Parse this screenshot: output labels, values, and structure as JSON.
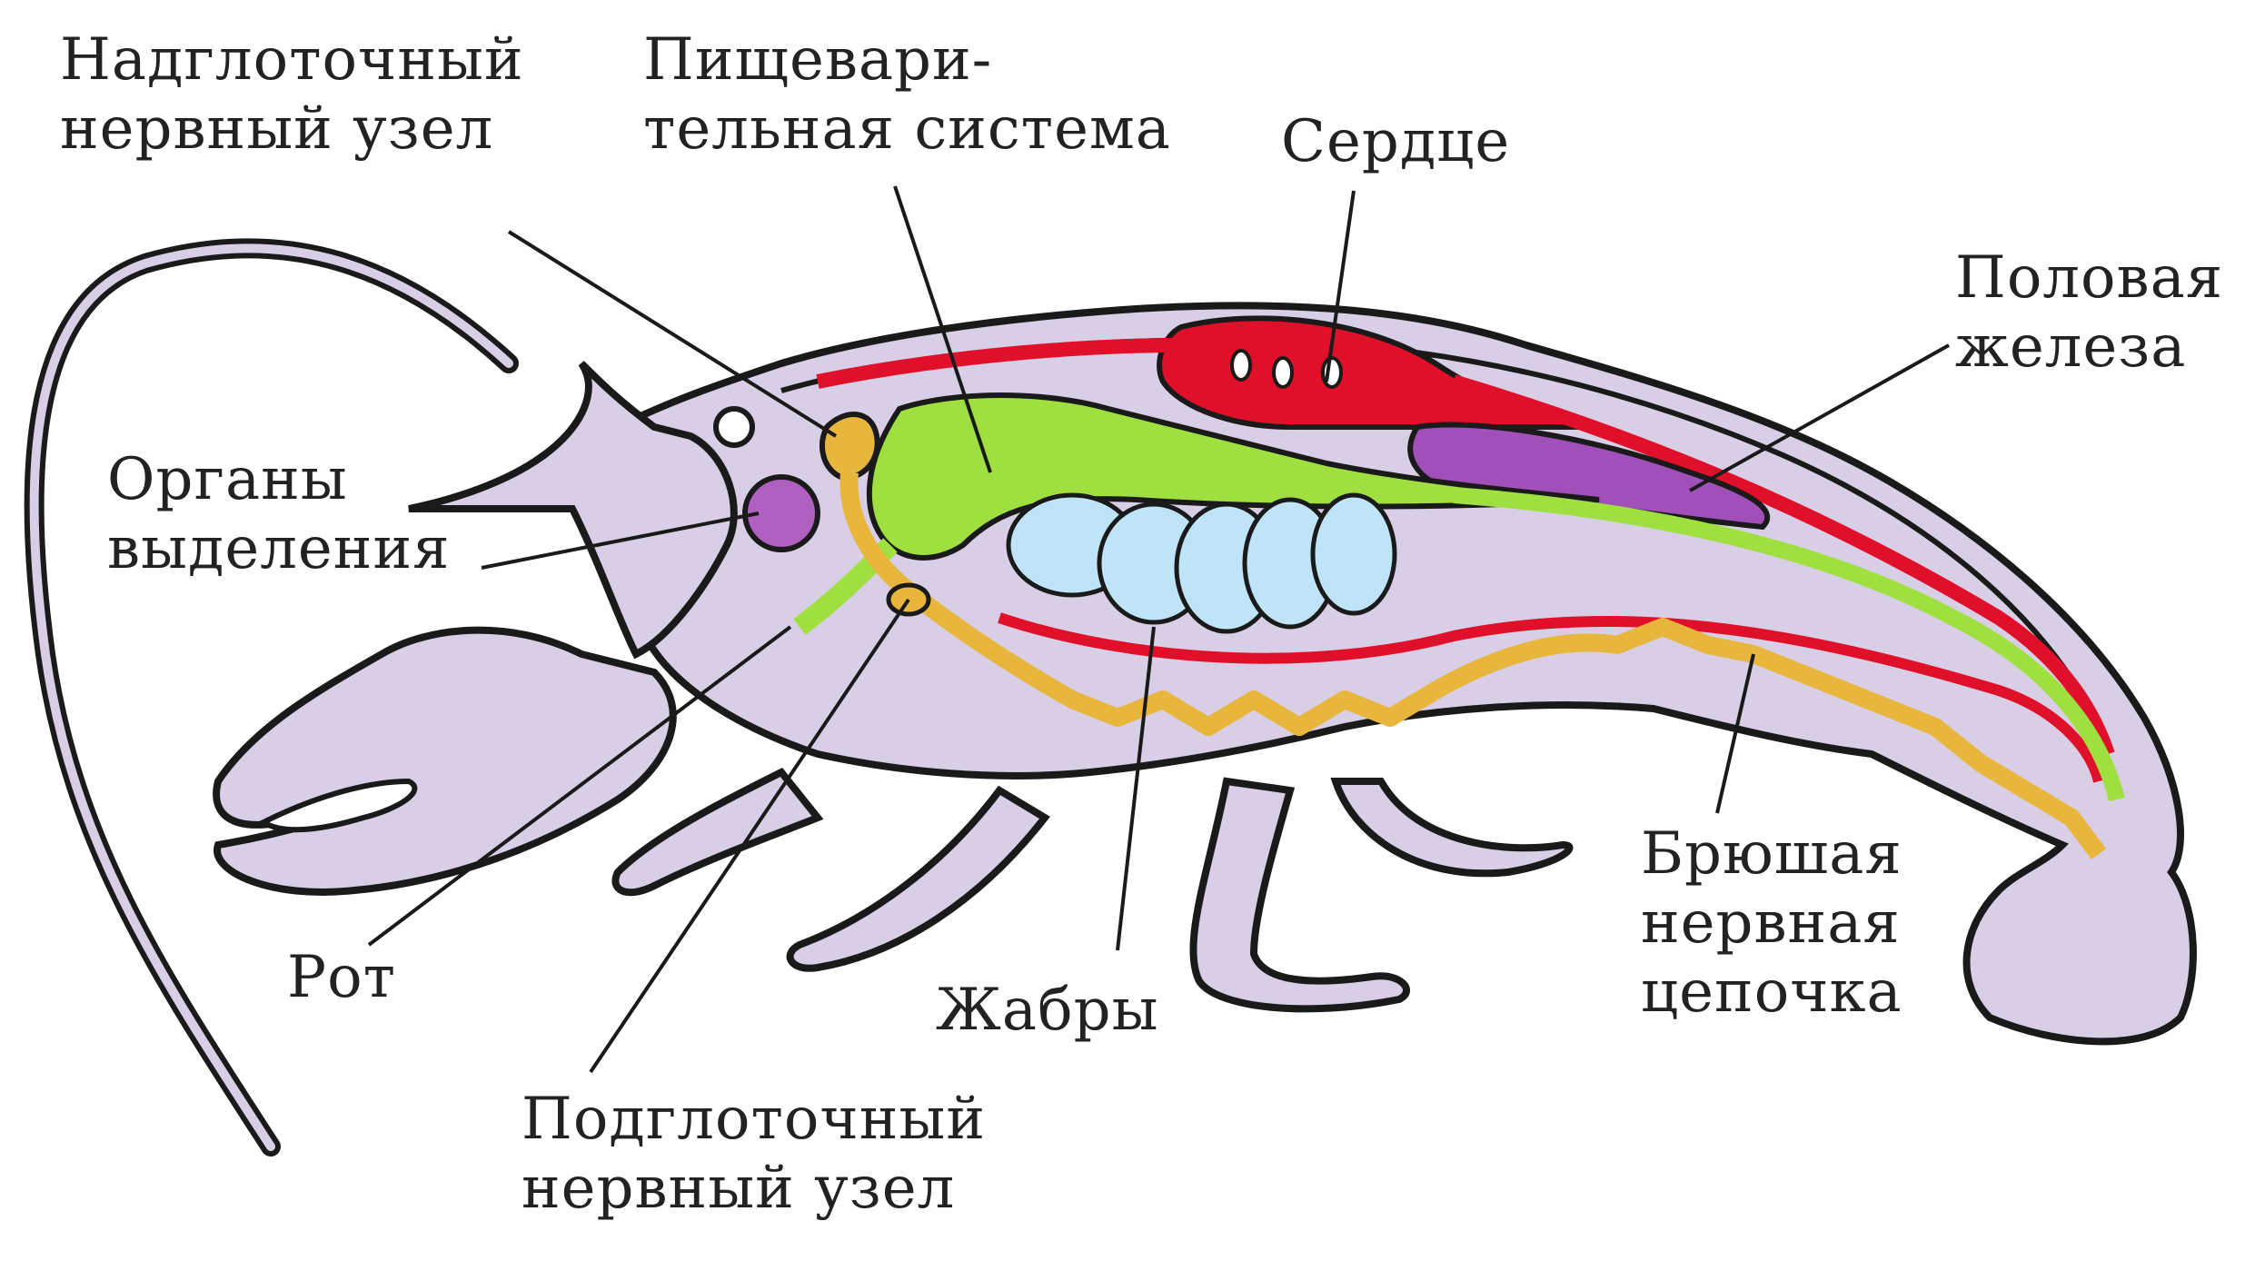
{
  "labels": {
    "supraesophageal_ganglion": [
      "Надглоточный",
      "нервный узел"
    ],
    "digestive_system": [
      "Пищевари-",
      "тельная система"
    ],
    "heart": [
      "Сердце"
    ],
    "gonad": [
      "Половая",
      "железа"
    ],
    "excretory_organs": [
      "Органы",
      "выделения"
    ],
    "mouth": [
      "Рот"
    ],
    "gills": [
      "Жабры"
    ],
    "ventral_nerve_cord": [
      "Брюшая",
      "нервная",
      "цепочка"
    ],
    "subesophageal_ganglion": [
      "Подглоточный",
      "нервный узел"
    ]
  },
  "colors": {
    "body": "#d8cfe6",
    "outline": "#1a1a1a",
    "circulatory": "#e0102a",
    "digestive": "#9fe040",
    "nervous": "#e8b63c",
    "gonad": "#a050b8",
    "gills": "#bfe4f8",
    "excretory": "#b060c0"
  }
}
